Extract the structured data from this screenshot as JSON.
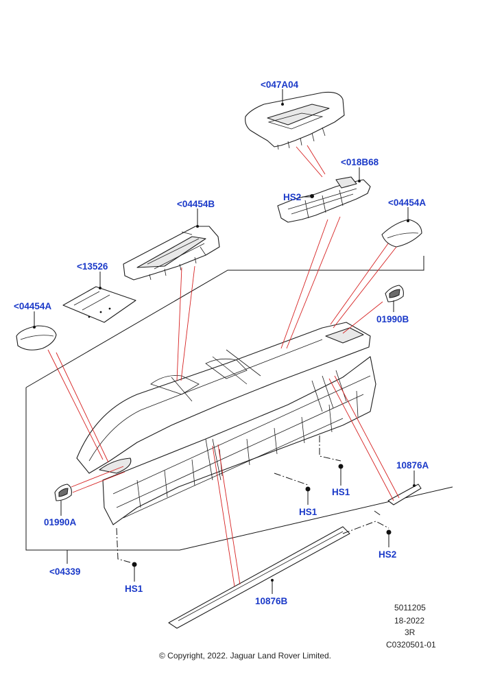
{
  "callouts": {
    "c047A04": "<047A04",
    "c018B68": "<018B68",
    "hs2_upper": "HS2",
    "c04454B": "<04454B",
    "c04454A_right": "<04454A",
    "c13526": "<13526",
    "c04454A_left": "<04454A",
    "c01990B": "01990B",
    "c01990A": "01990A",
    "c10876A": "10876A",
    "hs1_right": "HS1",
    "hs1_mid": "HS1",
    "hs2_lower": "HS2",
    "c04339": "<04339",
    "hs1_bottom": "HS1",
    "c10876B": "10876B"
  },
  "meta": {
    "line1": "5011205",
    "line2": "18-2022",
    "line3": "3R",
    "line4": "C0320501-01"
  },
  "copyright": "© Copyright, 2022. Jaguar Land Rover Limited."
}
